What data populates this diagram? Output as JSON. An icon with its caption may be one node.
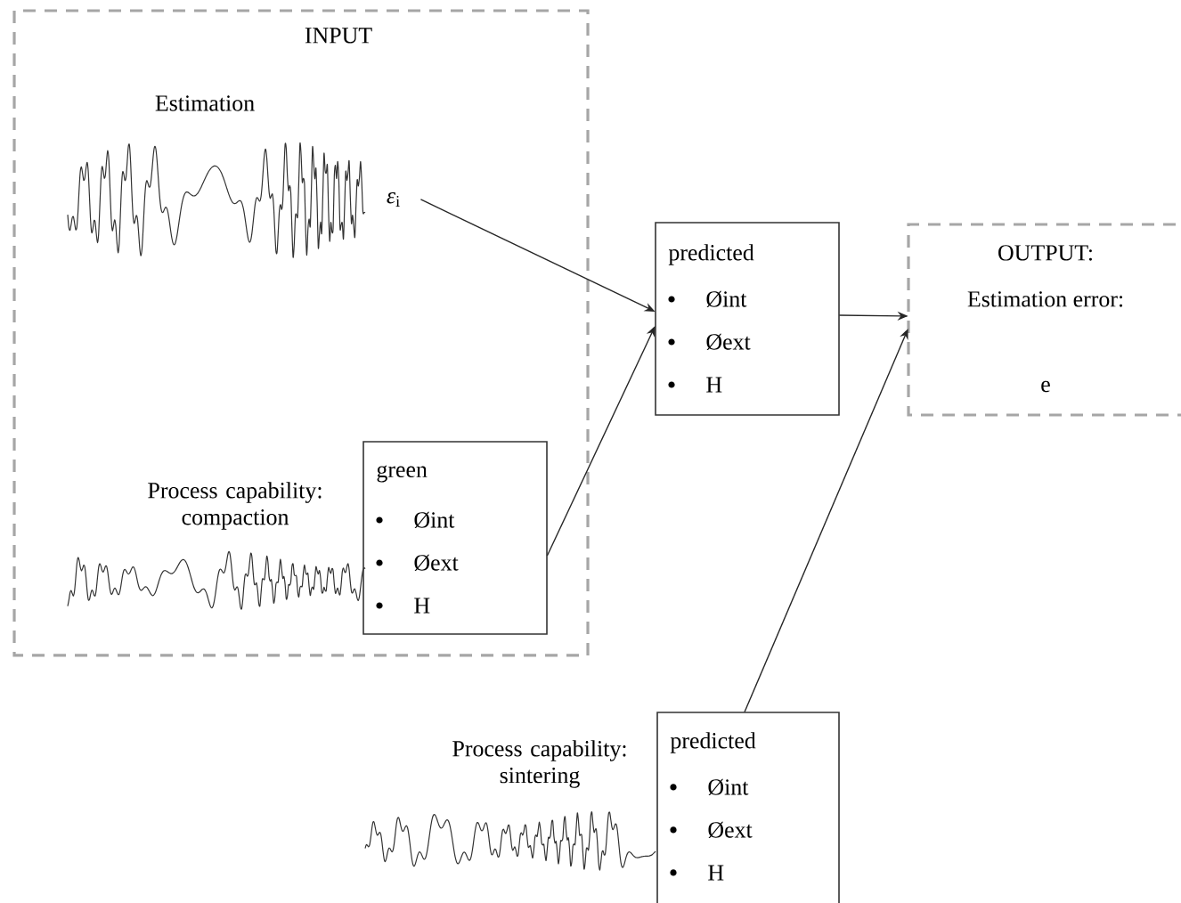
{
  "diagram": {
    "nodes": [
      {
        "text": [
          "INPUT"
        ]
      },
      {
        "text": [
          "*ε*$_{i}$"
        ],
        "in": 0
      },
      {
        "text": [
          "green",
          "Øint",
          "Øext",
          "H"
        ],
        "in": 0
      },
      {
        "text": [
          "predicted",
          "Øint",
          "Øext",
          "H"
        ]
      },
      {
        "text": [
          "OUTPUT:",
          "Estimation error:",
          "e"
        ]
      },
      {
        "text": [
          "predicted",
          "Øint",
          "Øext",
          "H"
        ]
      }
    ],
    "edges": [
      {
        "from": 1,
        "to": 3,
        "arrow": "to"
      },
      {
        "from": 2,
        "to": 3,
        "arrow": "to"
      },
      {
        "from": 3,
        "to": 4,
        "arrow": "to"
      },
      {
        "from": 5,
        "to": 4,
        "arrow": "to"
      }
    ],
    "labels": [
      "Estimation",
      "Process capability: compaction",
      "Process capability: sintering"
    ]
  }
}
